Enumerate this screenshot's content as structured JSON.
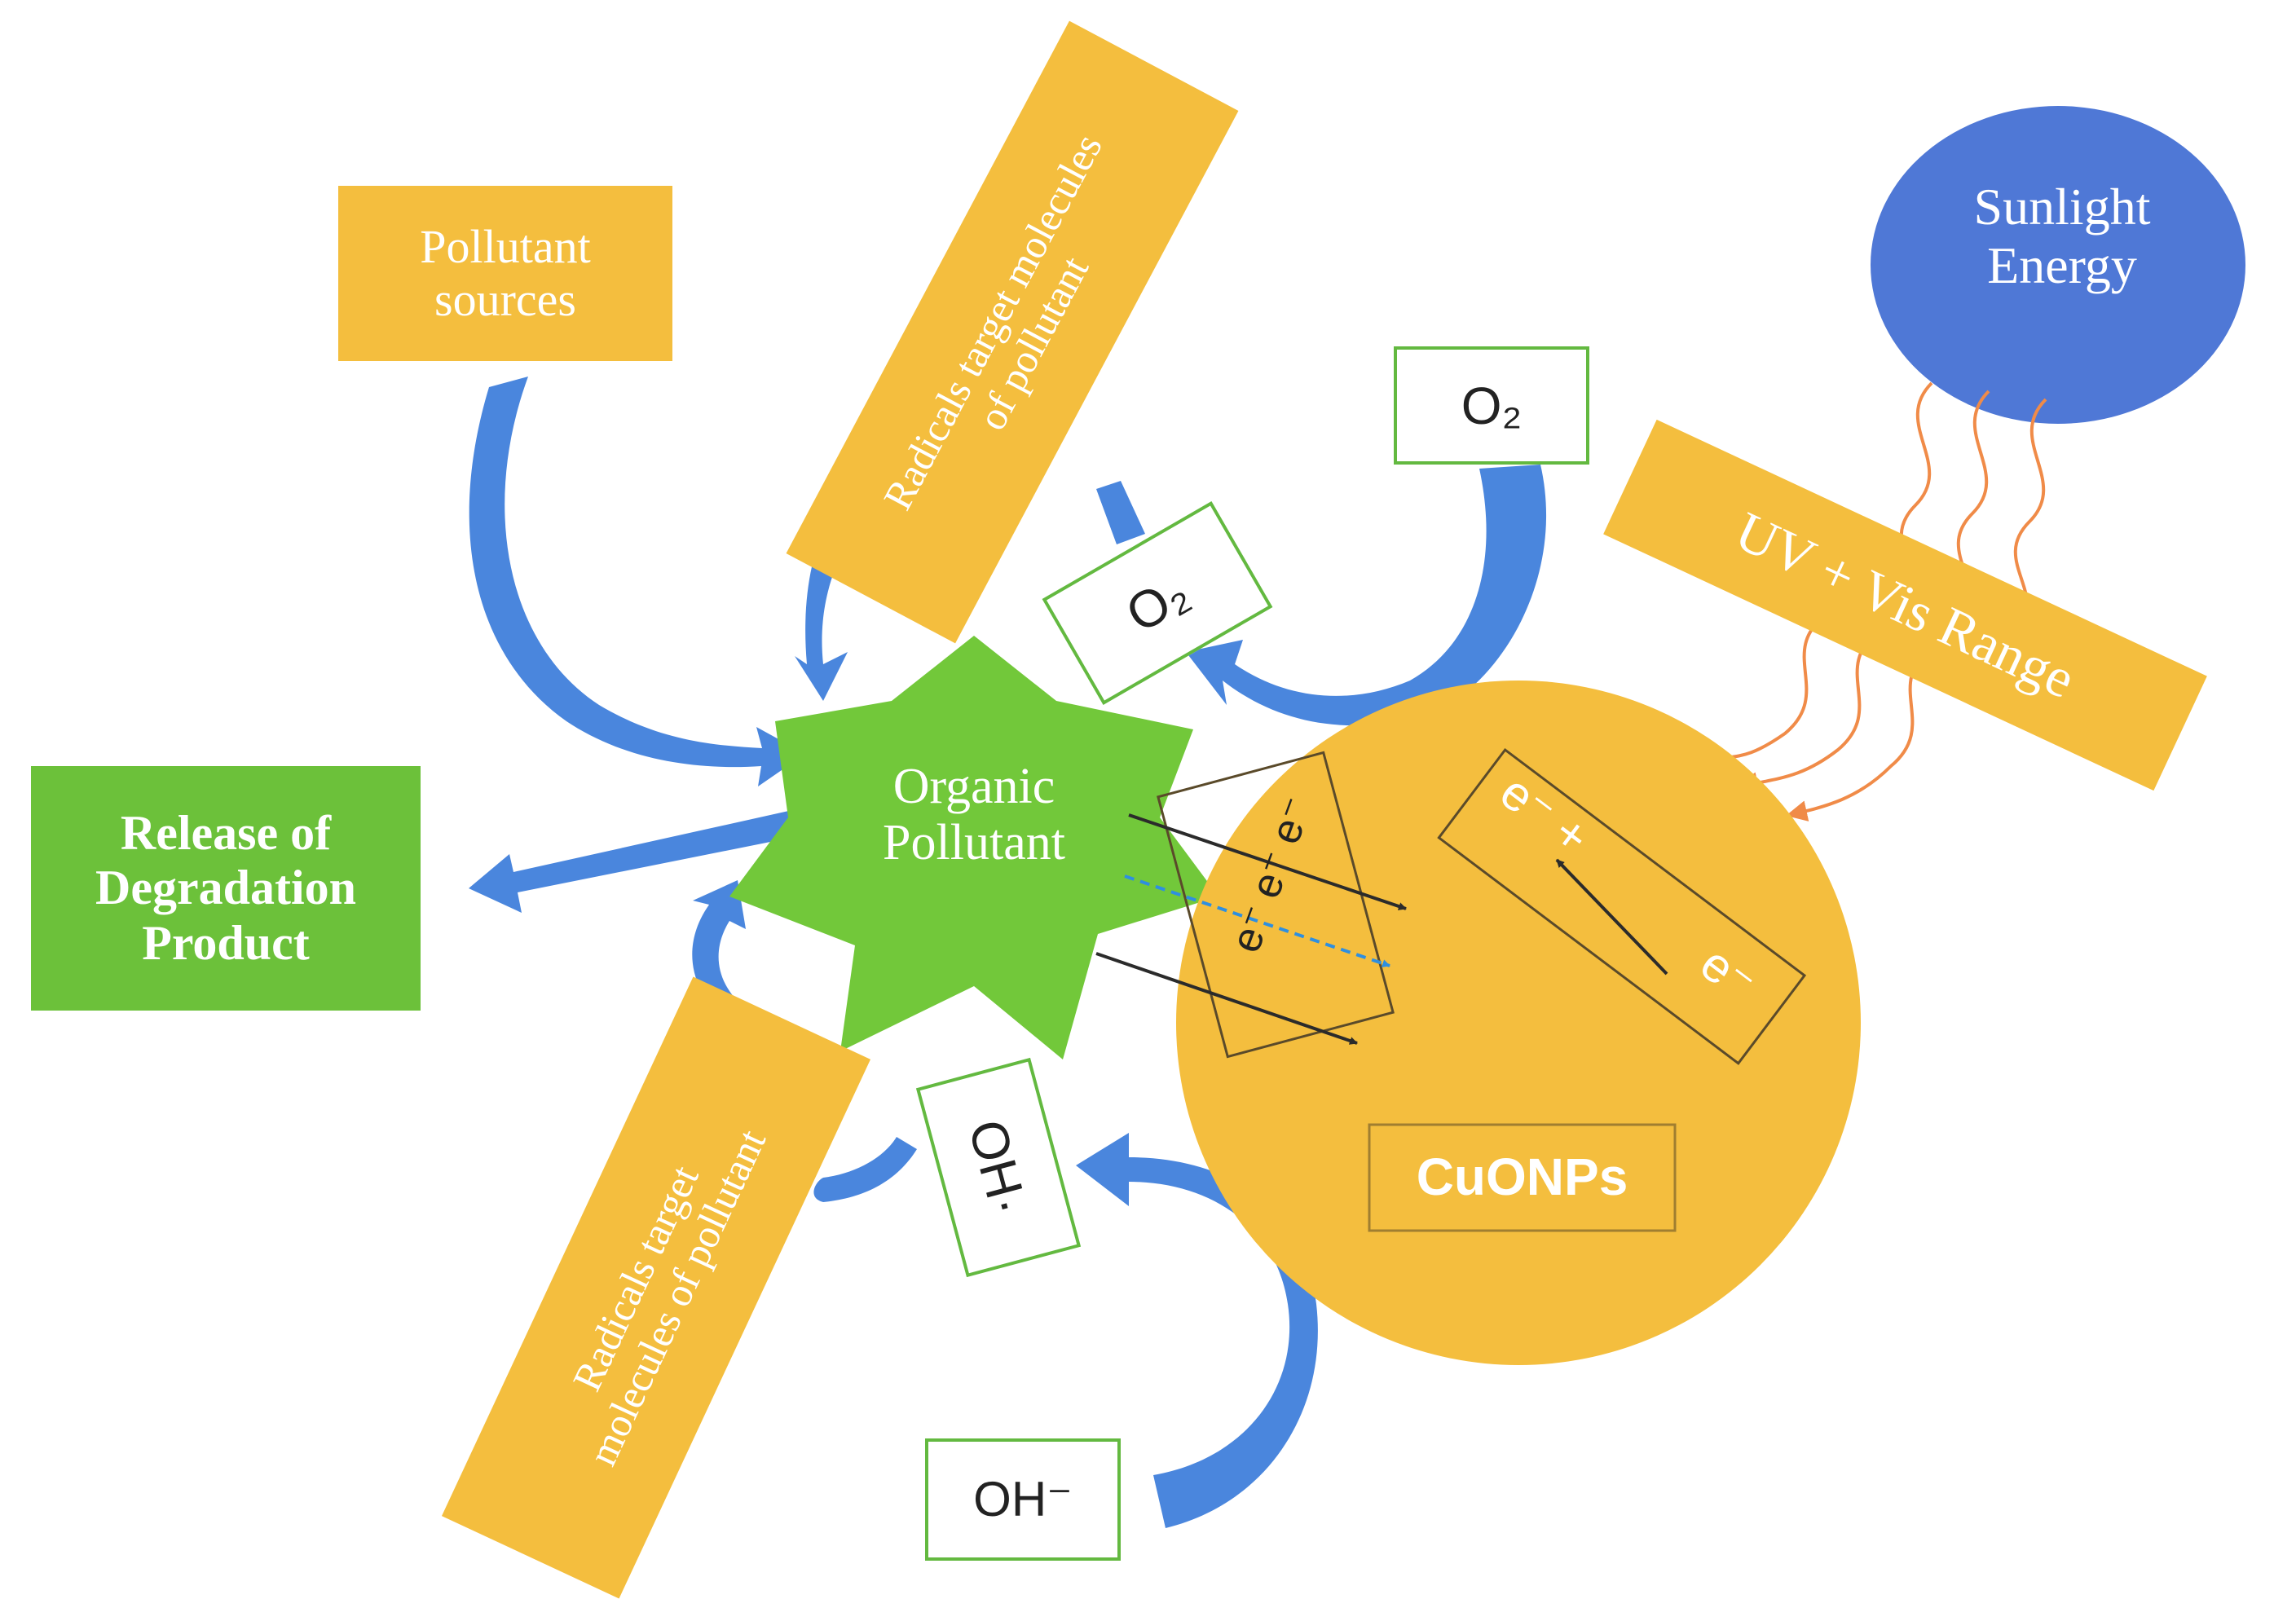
{
  "labels": {
    "pollutant_sources": "Pollutant\nsources",
    "radicals_top": "Radicals target molecules\nof pollutant",
    "radicals_bottom": "Radicals target\nmolecules of pollutant",
    "release_product": "Release of\nDegradation\nProduct",
    "organic_pollutant": "Organic\nPollutant",
    "o2_upper": "O₂",
    "o2_middle": "O₂",
    "oh_radical": "OH·",
    "oh_ion": "OH⁻",
    "sunlight_energy": "Sunlight\nEnergy",
    "uv_vis_range": "UV + Vis Range",
    "cuonps": "CuONPs",
    "electrons_upper": "e⁻ e⁻ e⁻",
    "electron_excited": "e⁻ +",
    "electron_lower": "e⁻"
  },
  "colors": {
    "arrow_blue": "#4a86dd",
    "box_yellow": "#f4be3e",
    "box_green": "#6cc13a",
    "star_green": "#72c83a",
    "sun_blue": "#4f78d6",
    "wave_orange": "#f08b48",
    "box_border_green": "#63b940"
  }
}
